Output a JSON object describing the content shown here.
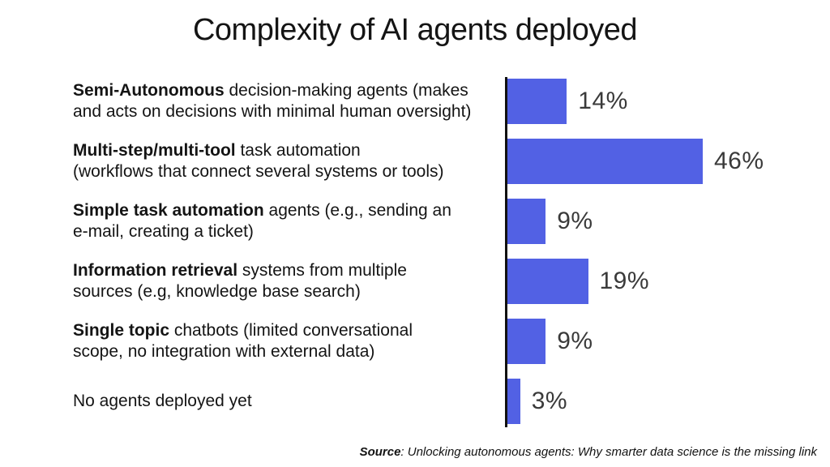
{
  "title": "Complexity of AI agents deployed",
  "source": {
    "label": "Source",
    "text": ": Unlocking autonomous agents: Why smarter data science is the missing link"
  },
  "chart_data": {
    "type": "bar",
    "orientation": "horizontal",
    "title": "Complexity of AI agents deployed",
    "xlabel": "",
    "ylabel": "",
    "xlim": [
      0,
      50
    ],
    "grid": false,
    "legend": "none",
    "bar_color": "#5261E4",
    "axis_color": "#111111",
    "value_label_color": "#3A3A3A",
    "value_suffix": "%",
    "categories": [
      "Semi-Autonomous decision-making agents (makes and acts on decisions with minimal human oversight)",
      "Multi-step/multi-tool task automation (workflows that connect several systems or tools)",
      "Simple task automation agents (e.g., sending an e-mail, creating a ticket)",
      "Information retrieval systems from multiple sources (e.g, knowledge base search)",
      "Single topic chatbots (limited conversational scope, no integration with external data)",
      "No agents deployed yet"
    ],
    "values": [
      14,
      46,
      9,
      19,
      9,
      3
    ],
    "items": [
      {
        "bold": "Semi-Autonomous",
        "rest": " decision-making agents (makes\nand acts on decisions with minimal human oversight)",
        "value": 14,
        "display": "14%"
      },
      {
        "bold": "Multi-step/multi-tool",
        "rest": " task automation\n(workflows that connect several systems or tools)",
        "value": 46,
        "display": "46%"
      },
      {
        "bold": "Simple task automation",
        "rest": " agents (e.g., sending an\ne-mail, creating a ticket)",
        "value": 9,
        "display": "9%"
      },
      {
        "bold": "Information retrieval",
        "rest": " systems from multiple\nsources (e.g, knowledge base search)",
        "value": 19,
        "display": "19%"
      },
      {
        "bold": "Single topic",
        "rest": " chatbots (limited conversational\nscope, no integration with external data)",
        "value": 9,
        "display": "9%"
      },
      {
        "bold": "",
        "rest": "No agents deployed yet",
        "value": 3,
        "display": "3%"
      }
    ]
  }
}
